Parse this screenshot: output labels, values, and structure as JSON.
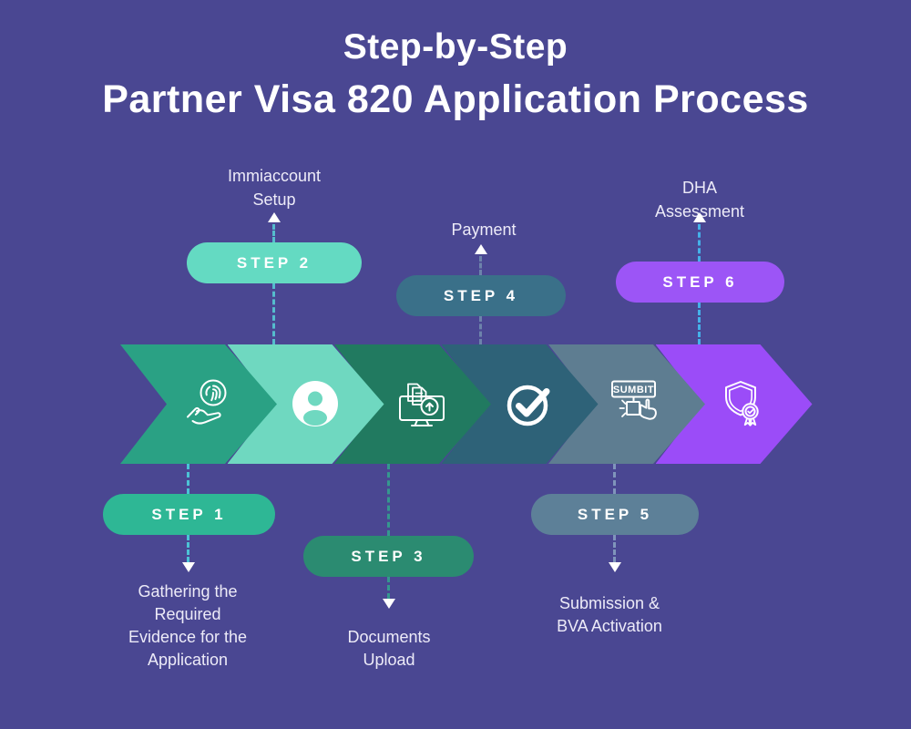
{
  "background_color": "#4a4792",
  "title": {
    "line1": "Step-by-Step",
    "line2": "Partner Visa 820 Application Process"
  },
  "steps": [
    {
      "label": "STEP 1",
      "caption_lines": [
        "Gathering the",
        "Required",
        "Evidence for the",
        "Application"
      ],
      "caption_position": "bottom",
      "pill_color": "#2eb795",
      "chevron_color": "#2aa184",
      "connector_color": "#4cc3d5",
      "icon": "hand-fingerprint-icon"
    },
    {
      "label": "STEP 2",
      "caption_lines": [
        "Immiaccount",
        "Setup"
      ],
      "caption_position": "top",
      "pill_color": "#64dac2",
      "chevron_color": "#6fd8c0",
      "connector_color": "#55bccd",
      "icon": "user-icon"
    },
    {
      "label": "STEP 3",
      "caption_lines": [
        "Documents",
        "Upload"
      ],
      "caption_position": "bottom",
      "pill_color": "#2b8b71",
      "chevron_color": "#217a60",
      "connector_color": "#35988f",
      "icon": "document-upload-icon"
    },
    {
      "label": "STEP 4",
      "caption_lines": [
        "Payment"
      ],
      "caption_position": "top",
      "pill_color": "#3a7089",
      "chevron_color": "#2e6278",
      "connector_color": "#6d83ab",
      "icon": "check-circle-icon"
    },
    {
      "label": "STEP 5",
      "caption_lines": [
        "Submission &",
        "BVA Activation"
      ],
      "caption_position": "bottom",
      "pill_color": "#5d8098",
      "chevron_color": "#5e7d91",
      "connector_color": "#8095bb",
      "icon": "submit-click-icon"
    },
    {
      "label": "STEP 6",
      "caption_lines": [
        "DHA",
        "Assessment"
      ],
      "caption_position": "top",
      "pill_color": "#9c55f6",
      "chevron_color": "#9b4cf8",
      "connector_color": "#44b1e9",
      "icon": "shield-award-icon"
    }
  ],
  "icons": {
    "submit_sign_text": "SUMBIT"
  }
}
